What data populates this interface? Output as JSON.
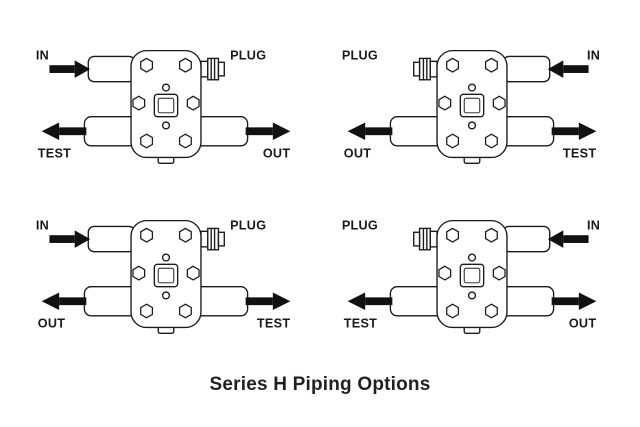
{
  "title": "Series H Piping Options",
  "colors": {
    "ink": "#1a1a1a",
    "arrow": "#111111",
    "background": "#ffffff"
  },
  "diagrams": [
    {
      "position": "top-left",
      "inlet_side": "left",
      "labels": {
        "top_left": "IN",
        "top_right": "PLUG",
        "bottom_left": "TEST",
        "bottom_right": "OUT"
      }
    },
    {
      "position": "top-right",
      "inlet_side": "right",
      "labels": {
        "top_left": "PLUG",
        "top_right": "IN",
        "bottom_left": "OUT",
        "bottom_right": "TEST"
      }
    },
    {
      "position": "bottom-left",
      "inlet_side": "left",
      "labels": {
        "top_left": "IN",
        "top_right": "PLUG",
        "bottom_left": "OUT",
        "bottom_right": "TEST"
      }
    },
    {
      "position": "bottom-right",
      "inlet_side": "right",
      "labels": {
        "top_left": "PLUG",
        "top_right": "IN",
        "bottom_left": "TEST",
        "bottom_right": "OUT"
      }
    }
  ]
}
